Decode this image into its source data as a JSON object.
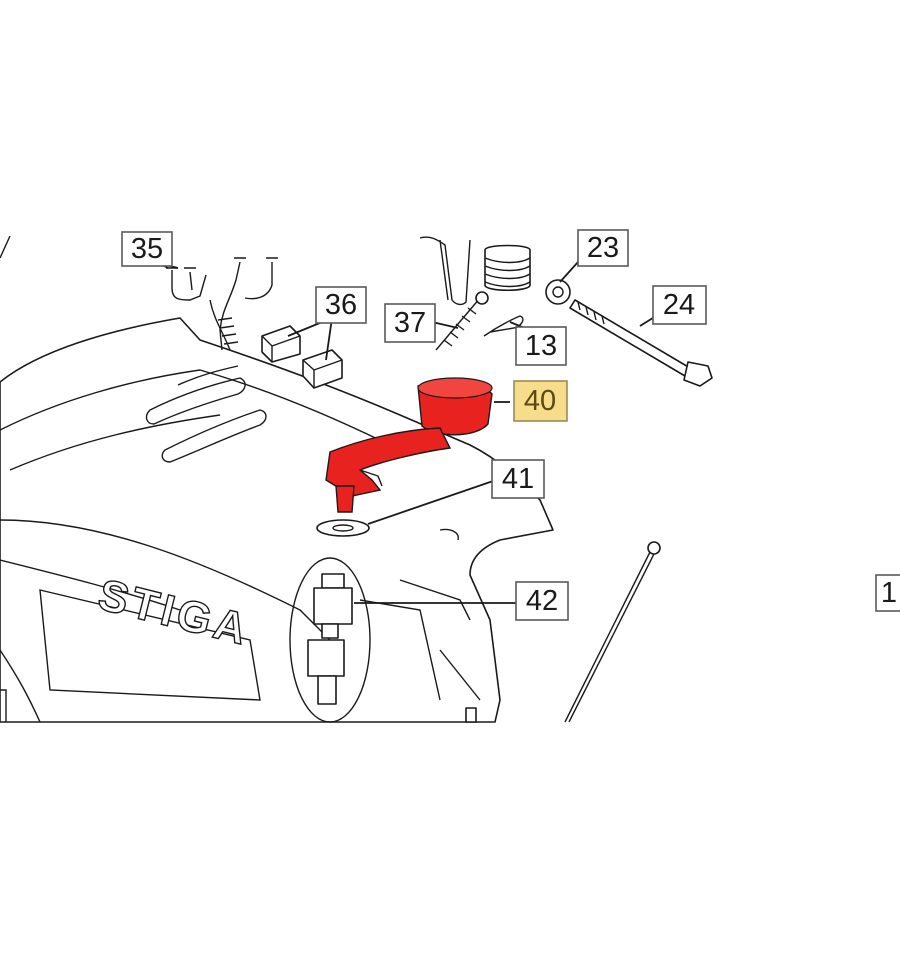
{
  "callouts": [
    {
      "id": "35",
      "label": "35"
    },
    {
      "id": "36",
      "label": "36"
    },
    {
      "id": "37",
      "label": "37"
    },
    {
      "id": "13",
      "label": "13"
    },
    {
      "id": "23",
      "label": "23"
    },
    {
      "id": "24",
      "label": "24"
    },
    {
      "id": "40",
      "label": "40",
      "highlighted": true
    },
    {
      "id": "41",
      "label": "41"
    },
    {
      "id": "42",
      "label": "42"
    },
    {
      "id": "edge",
      "label": "1"
    }
  ],
  "logo_text": "STIGA",
  "colors": {
    "highlight_part": "#e8231f",
    "highlight_label_bg": "#f7dc8c",
    "line": "#1a1a1a"
  }
}
